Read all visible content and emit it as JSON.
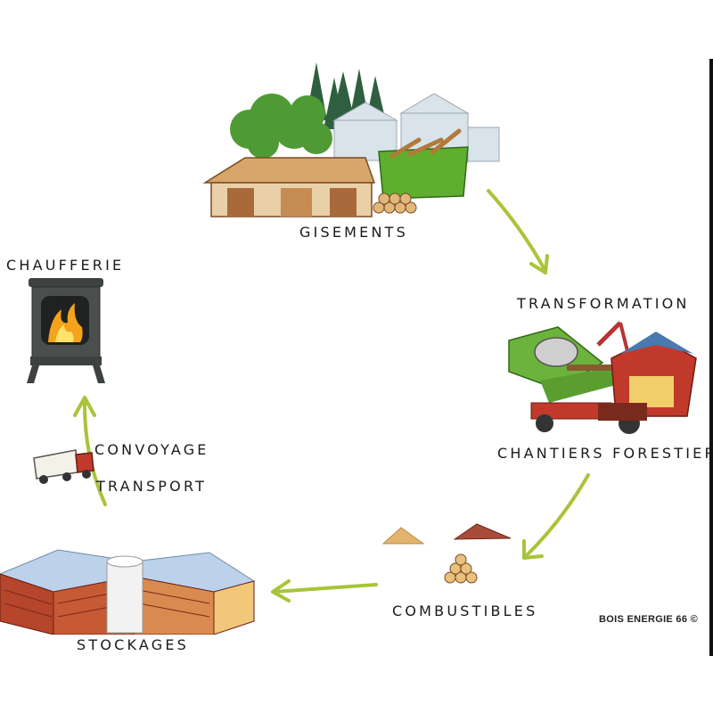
{
  "stages": {
    "gisements": "GISEMENTS",
    "transformation": "TRANSFORMATION",
    "chantiers": "CHANTIERS FORESTIERS",
    "combustibles": "COMBUSTIBLES",
    "stockages": "STOCKAGES",
    "convoyage": "CONVOYAGE",
    "transport": "TRANSPORT",
    "chaufferie": "CHAUFFERIE"
  },
  "copyright": "BOIS ENERGIE 66 ©",
  "colors": {
    "arrow": "#a8c43a",
    "container_green": "#5fae2e",
    "brick": "#b5452b",
    "stove": "#4a4f4d",
    "flame": "#f5a21c"
  }
}
